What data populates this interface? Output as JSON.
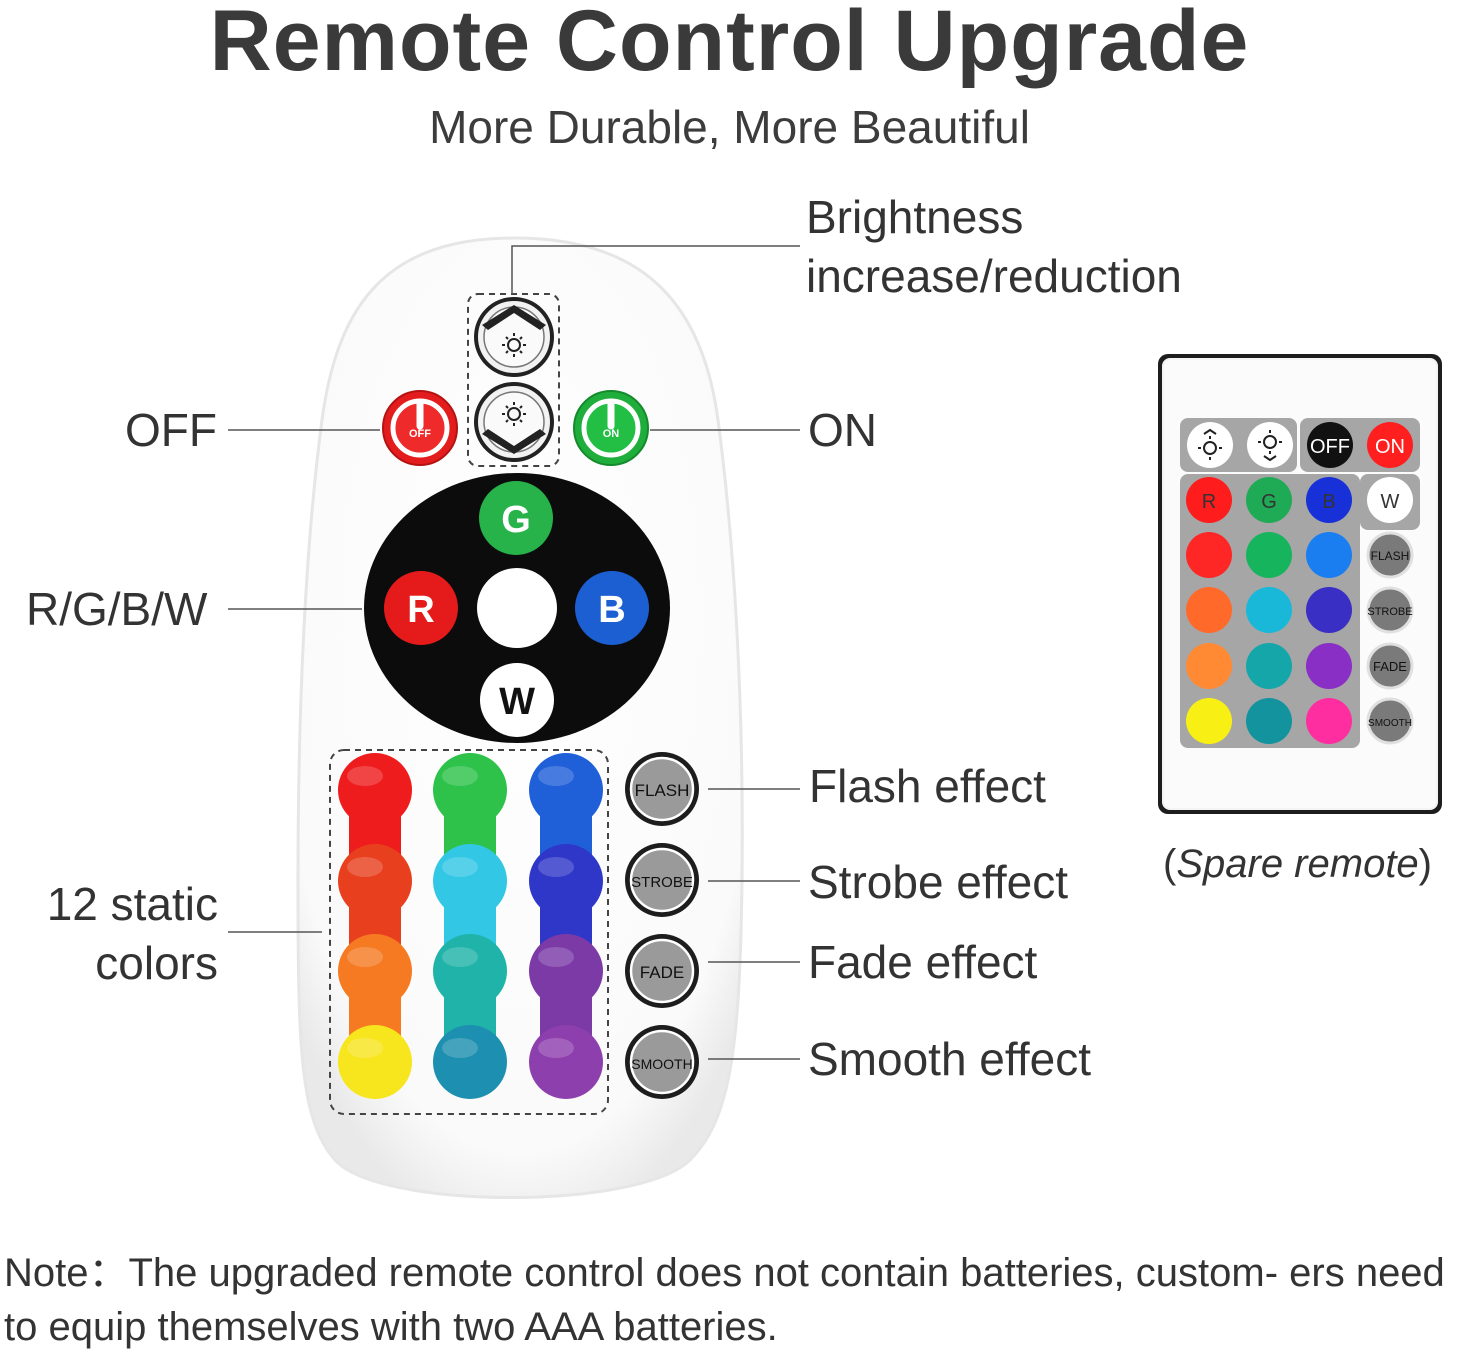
{
  "header": {
    "title": "Remote Control Upgrade",
    "subtitle": "More Durable, More Beautiful"
  },
  "callouts": {
    "brightness_line1": "Brightness",
    "brightness_line2": "increase/reduction",
    "off": "OFF",
    "on": "ON",
    "rgbw": "R/G/B/W",
    "static_line1": "12 static",
    "static_line2": "colors",
    "flash": "Flash effect",
    "strobe": "Strobe effect",
    "fade": "Fade effect",
    "smooth": "Smooth effect"
  },
  "remote": {
    "off_label": "OFF",
    "on_label": "ON",
    "g": "G",
    "r": "R",
    "b": "B",
    "w": "W",
    "flash": "FLASH",
    "strobe": "STROBE",
    "fade": "FADE",
    "smooth": "SMOOTH",
    "color_rows": [
      [
        "#ee1c1c",
        "#2ec24a",
        "#1f5fd8"
      ],
      [
        "#e8401e",
        "#33c7e6",
        "#2f37c8"
      ],
      [
        "#f57a22",
        "#1fb3a9",
        "#7b3aa6"
      ],
      [
        "#f7e51e",
        "#1d8fb0",
        "#8e3fae"
      ]
    ]
  },
  "spare": {
    "caption_open": "(",
    "caption_text": "Spare remote",
    "caption_close": ")",
    "off": "OFF",
    "on": "ON",
    "r": "R",
    "g": "G",
    "b": "B",
    "w": "W",
    "flash": "FLASH",
    "strobe": "STROBE",
    "fade": "FADE",
    "smooth": "SMOOTH",
    "color_rows": [
      [
        "#ff2626",
        "#17b45e",
        "#1a7ef0"
      ],
      [
        "#ff6a2a",
        "#1ab8d8",
        "#3a2fc4"
      ],
      [
        "#ff8a33",
        "#14a6a8",
        "#8a2fc6"
      ],
      [
        "#f8f014",
        "#12939e",
        "#ff2ea0"
      ]
    ]
  },
  "note": {
    "text": "Note：The upgraded remote control does not contain batteries, custom- ers need to equip themselves with two AAA batteries."
  }
}
